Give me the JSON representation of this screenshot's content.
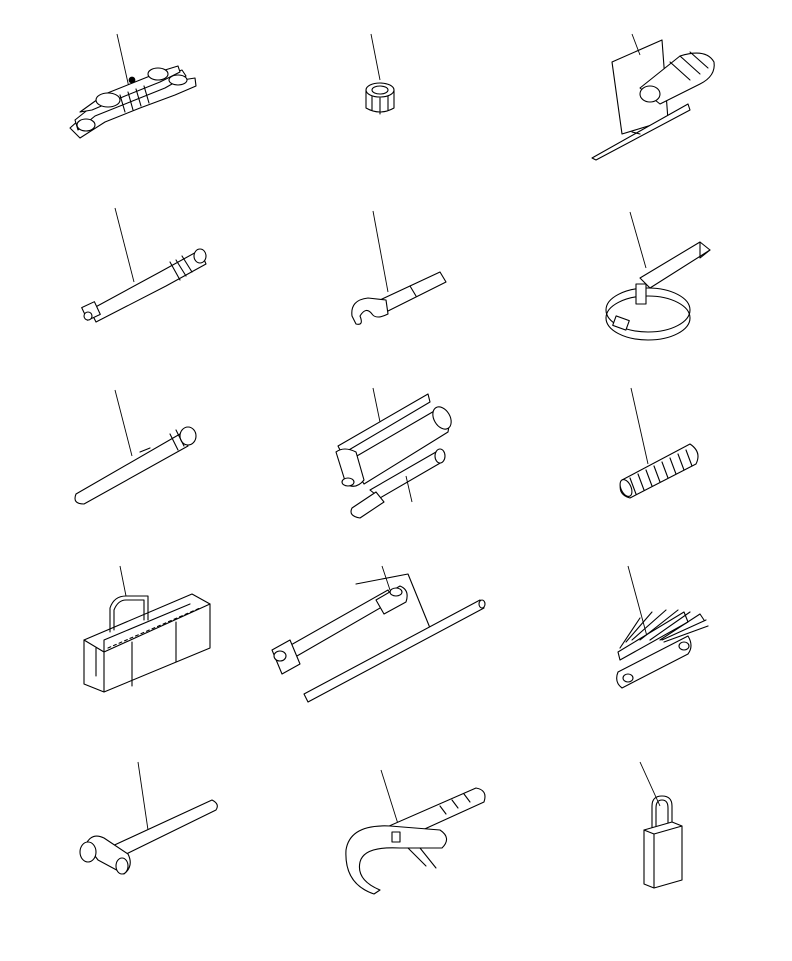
{
  "figure": {
    "callout_labels": [],
    "items": [
      {
        "id": "tool-1",
        "icon": "combination-wrench-set-icon"
      },
      {
        "id": "tool-2",
        "icon": "socket-icon"
      },
      {
        "id": "tool-3",
        "icon": "screwdriver-icon"
      },
      {
        "id": "tool-4",
        "icon": "torque-wrench-icon"
      },
      {
        "id": "tool-5",
        "icon": "open-end-wrench-icon"
      },
      {
        "id": "tool-6",
        "icon": "filter-band-wrench-icon"
      },
      {
        "id": "tool-7",
        "icon": "pin-punch-icon"
      },
      {
        "id": "tool-8",
        "icon": "grease-gun-icon"
      },
      {
        "id": "tool-9",
        "icon": "threaded-rod-icon"
      },
      {
        "id": "tool-10",
        "icon": "tool-bag-icon"
      },
      {
        "id": "tool-11",
        "icon": "box-wrench-with-bar-icon"
      },
      {
        "id": "tool-12",
        "icon": "feeler-gauge-icon"
      },
      {
        "id": "tool-13",
        "icon": "ball-peen-hammer-icon"
      },
      {
        "id": "tool-14",
        "icon": "hook-spanner-wrench-icon"
      },
      {
        "id": "tool-15",
        "icon": "padlock-icon"
      }
    ],
    "line_color": "#000000",
    "background": "#ffffff"
  }
}
